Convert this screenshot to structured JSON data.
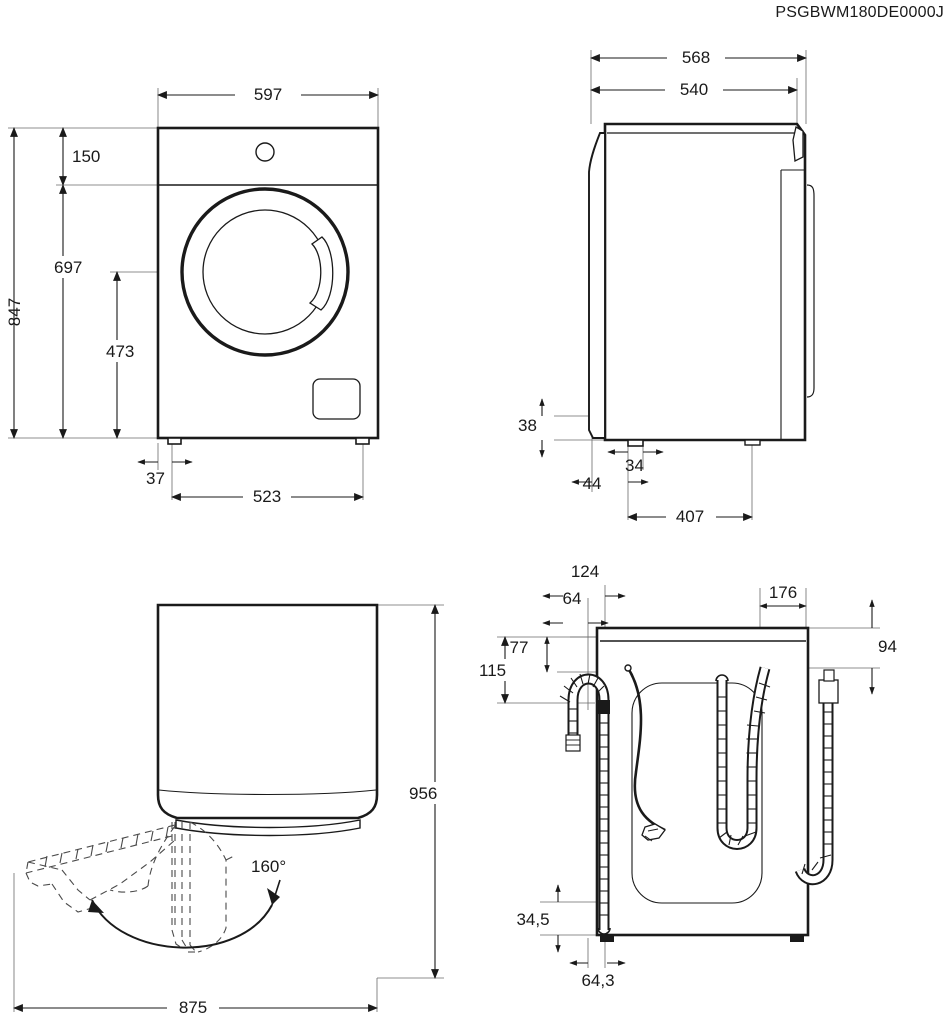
{
  "drawing": {
    "code": "PSGBWM180DE0000J",
    "product": "washing-machine-dimension-drawing",
    "units": "mm",
    "line_color": "#1a1a1a",
    "dim_line_color": "#555555",
    "background": "#ffffff"
  },
  "views": {
    "front": {
      "name": "front-view",
      "dimensions": {
        "width_total": "597",
        "panel_height": "150",
        "door_center_from_top": "697",
        "total_height": "847",
        "door_center_from_bottom": "473",
        "foot_offset": "37",
        "foot_span": "523"
      }
    },
    "side": {
      "name": "side-view",
      "dimensions": {
        "depth_with_door": "568",
        "depth_body": "540",
        "foot_height": "38",
        "foot_width": "34",
        "foot_front_offset": "44",
        "foot_span": "407"
      }
    },
    "top": {
      "name": "top-view-door-swing",
      "dimensions": {
        "door_open_depth": "956",
        "door_open_width": "875",
        "door_opening_angle": "160°"
      }
    },
    "rear": {
      "name": "rear-view",
      "dimensions": {
        "inlet_hose_x": "124",
        "inlet_bracket_x": "64",
        "inlet_top_offset": "77",
        "inlet_bend_offset": "115",
        "drain_hose_x": "176",
        "drain_top_offset": "94",
        "inlet_bottom_offset": "34,5",
        "inlet_bottom_x": "64,3"
      }
    }
  }
}
